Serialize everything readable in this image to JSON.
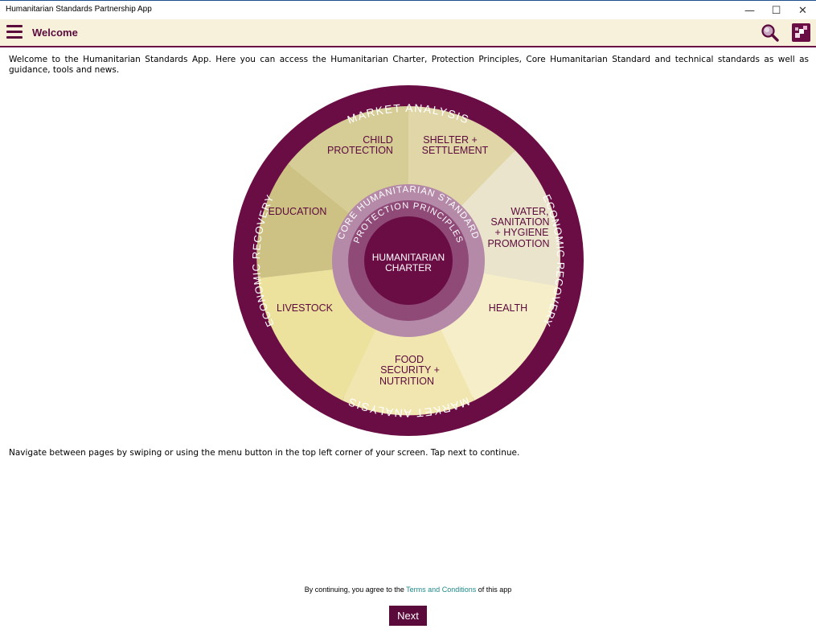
{
  "window": {
    "title": "Humanitarian Standards Partnership App",
    "minimize_glyph": "—",
    "maximize_glyph": "☐",
    "close_glyph": "✕"
  },
  "appbar": {
    "page_title": "Welcome",
    "menu_icon": "hamburger-icon",
    "search_icon": "magnifier-icon",
    "spi_icon": "hsp-logo-icon"
  },
  "content": {
    "intro": "Welcome to the Humanitarian Standards App. Here you can access the Humanitarian Charter, Protection Principles, Core Humanitarian Standard and technical standards as well as guidance, tools and news.",
    "nav_hint": "Navigate between pages by swiping or using the menu button in the top left corner of your screen. Tap next to continue."
  },
  "wheel": {
    "outer_ring_top": "MARKET ANALYSIS",
    "outer_ring_bottom": "MARKET ANALYSIS",
    "outer_ring_left": "ECONOMIC RECOVERY",
    "outer_ring_right": "ECONOMIC RECOVERY",
    "core_ring": "CORE HUMANITARIAN STANDARD",
    "protection_ring": "PROTECTION PRINCIPLES",
    "center": [
      "HUMANITARIAN",
      "CHARTER"
    ],
    "segments": {
      "child_protection": [
        "CHILD",
        "PROTECTION"
      ],
      "shelter": [
        "SHELTER  +",
        "SETTLEMENT"
      ],
      "wash": [
        "WATER,",
        "SANITATION",
        "+ HYGIENE",
        "PROMOTION"
      ],
      "education": [
        "EDUCATION"
      ],
      "livestock": [
        "LIVESTOCK"
      ],
      "health": [
        "HEALTH"
      ],
      "food": [
        "FOOD",
        "SECURITY  +",
        "NUTRITION"
      ]
    },
    "colors": {
      "outer_ring": "#6b0d45",
      "core_ring": "#b58aa8",
      "protection_ring": "#8f4a78",
      "center": "#6b0d45"
    }
  },
  "footer": {
    "terms_prefix": "By continuing, you agree to the ",
    "terms_link": "Terms and Conditions",
    "terms_suffix": " of this app",
    "next_label": "Next"
  }
}
